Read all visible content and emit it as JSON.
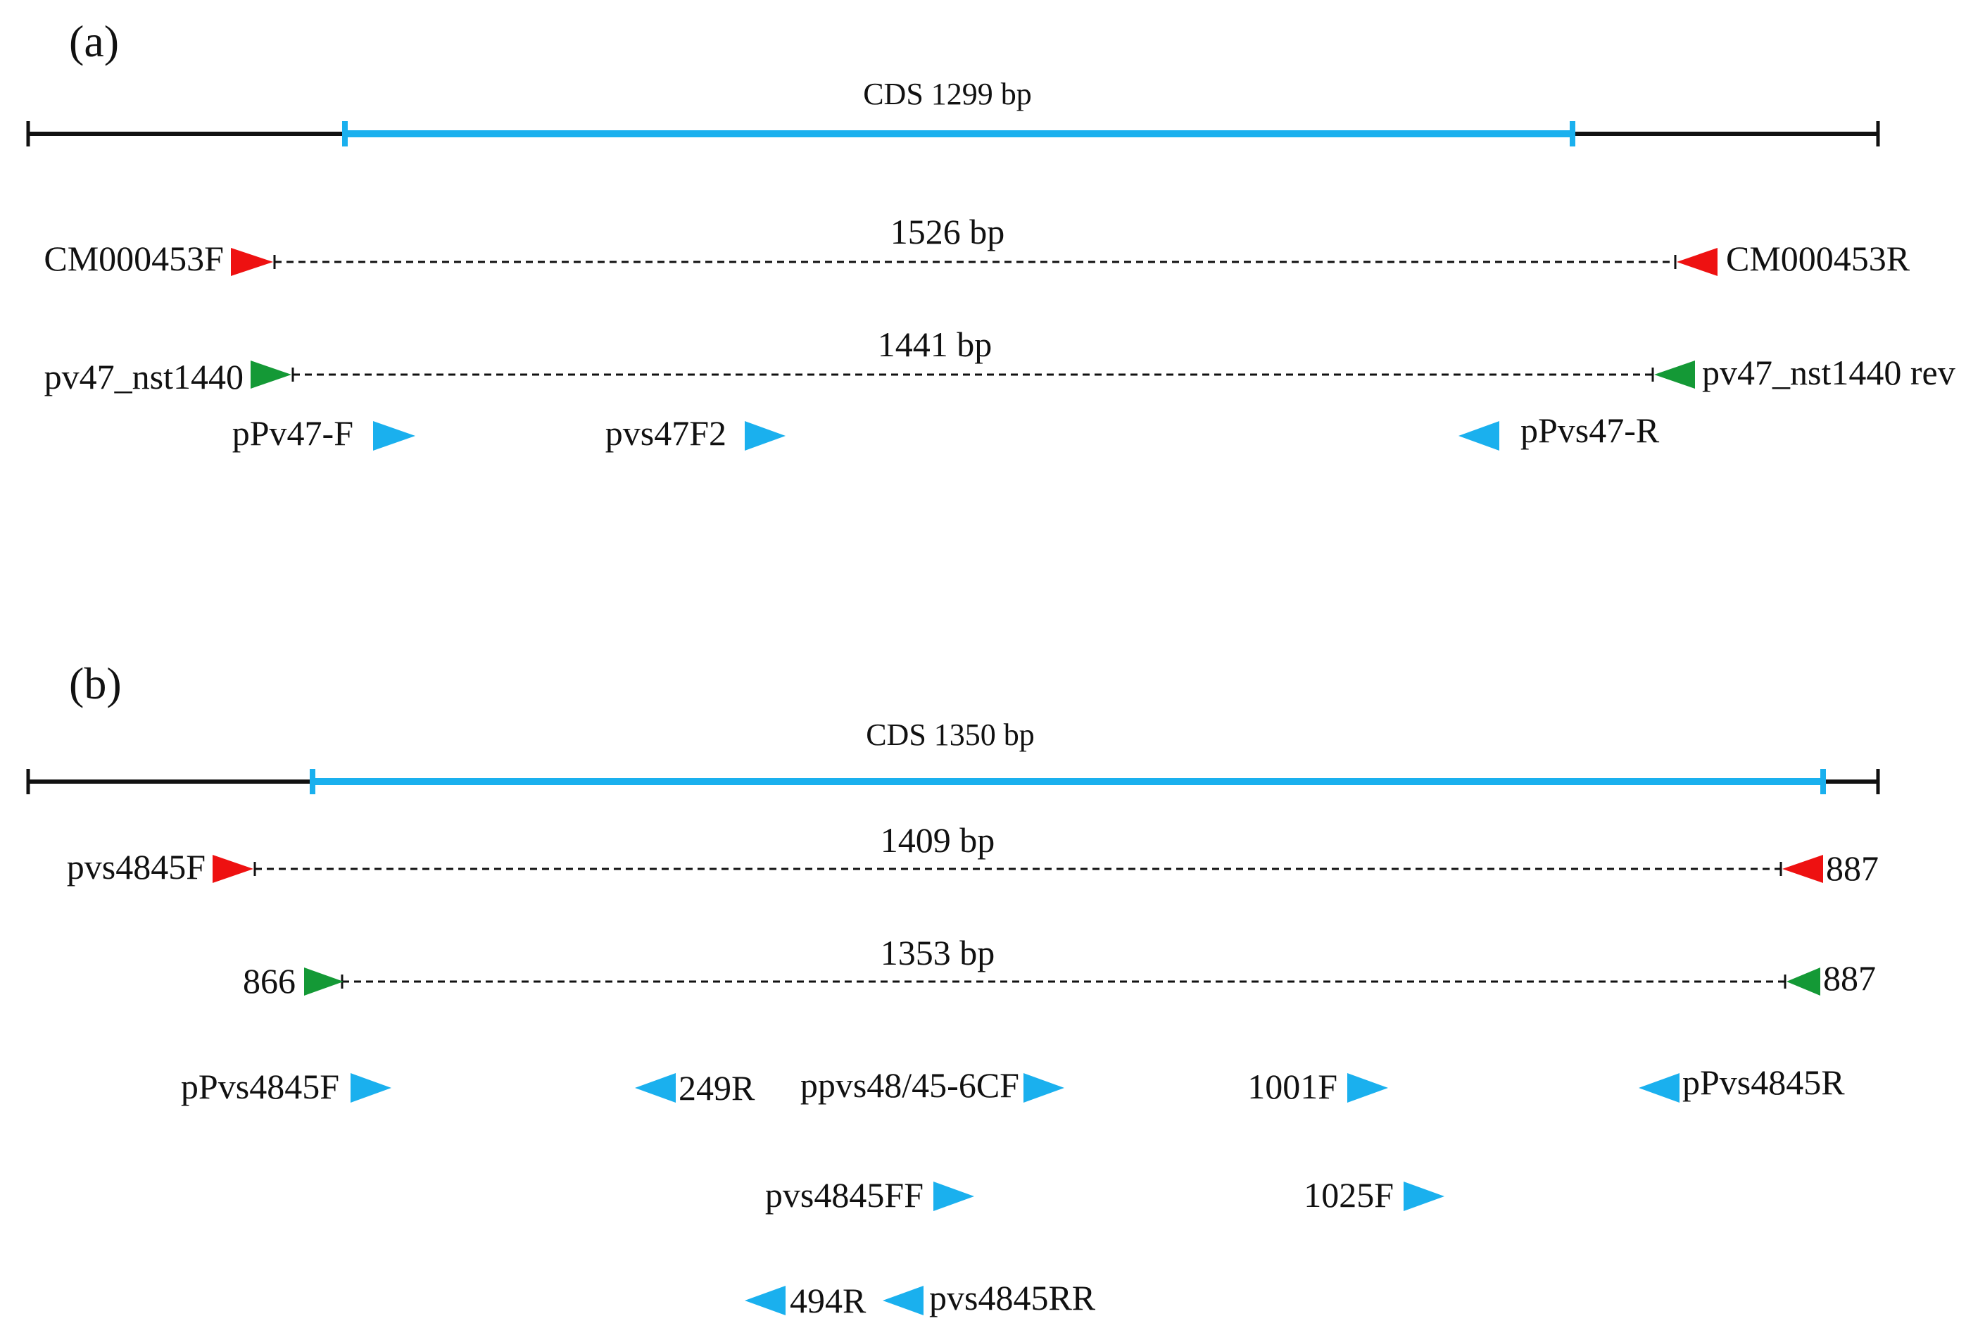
{
  "colors": {
    "axis": "#111111",
    "cds": "#1ab0ee",
    "red": "#ee1111",
    "green": "#149936",
    "blue": "#1ab0ee",
    "dashed": "#111111"
  },
  "panels": [
    {
      "id": "a",
      "label": "(a)",
      "cds_label": "CDS 1299 bp",
      "amplicons": [
        {
          "size_label": "1526 bp",
          "color": "red",
          "forward": "CM000453F",
          "reverse": "CM000453R"
        },
        {
          "size_label": "1441 bp",
          "color": "green",
          "forward": "pv47_nst1440",
          "reverse": "pv47_nst1440 rev"
        }
      ],
      "primers": [
        {
          "name": "pPv47-F",
          "direction": "forward"
        },
        {
          "name": "pvs47F2",
          "direction": "forward"
        },
        {
          "name": "pPvs47-R",
          "direction": "reverse"
        }
      ]
    },
    {
      "id": "b",
      "label": "(b)",
      "cds_label": "CDS 1350 bp",
      "amplicons": [
        {
          "size_label": "1409 bp",
          "color": "red",
          "forward": "pvs4845F",
          "reverse": "887"
        },
        {
          "size_label": "1353 bp",
          "color": "green",
          "forward": "866",
          "reverse": "887"
        }
      ],
      "primers": [
        {
          "name": "pPvs4845F",
          "direction": "forward"
        },
        {
          "name": "249R",
          "direction": "reverse"
        },
        {
          "name": "ppvs48/45-6CF",
          "direction": "forward"
        },
        {
          "name": "1001F",
          "direction": "forward"
        },
        {
          "name": "pPvs4845R",
          "direction": "reverse"
        },
        {
          "name": "pvs4845FF",
          "direction": "forward"
        },
        {
          "name": "1025F",
          "direction": "forward"
        },
        {
          "name": "494R",
          "direction": "reverse"
        },
        {
          "name": "pvs4845RR",
          "direction": "reverse"
        }
      ]
    }
  ]
}
